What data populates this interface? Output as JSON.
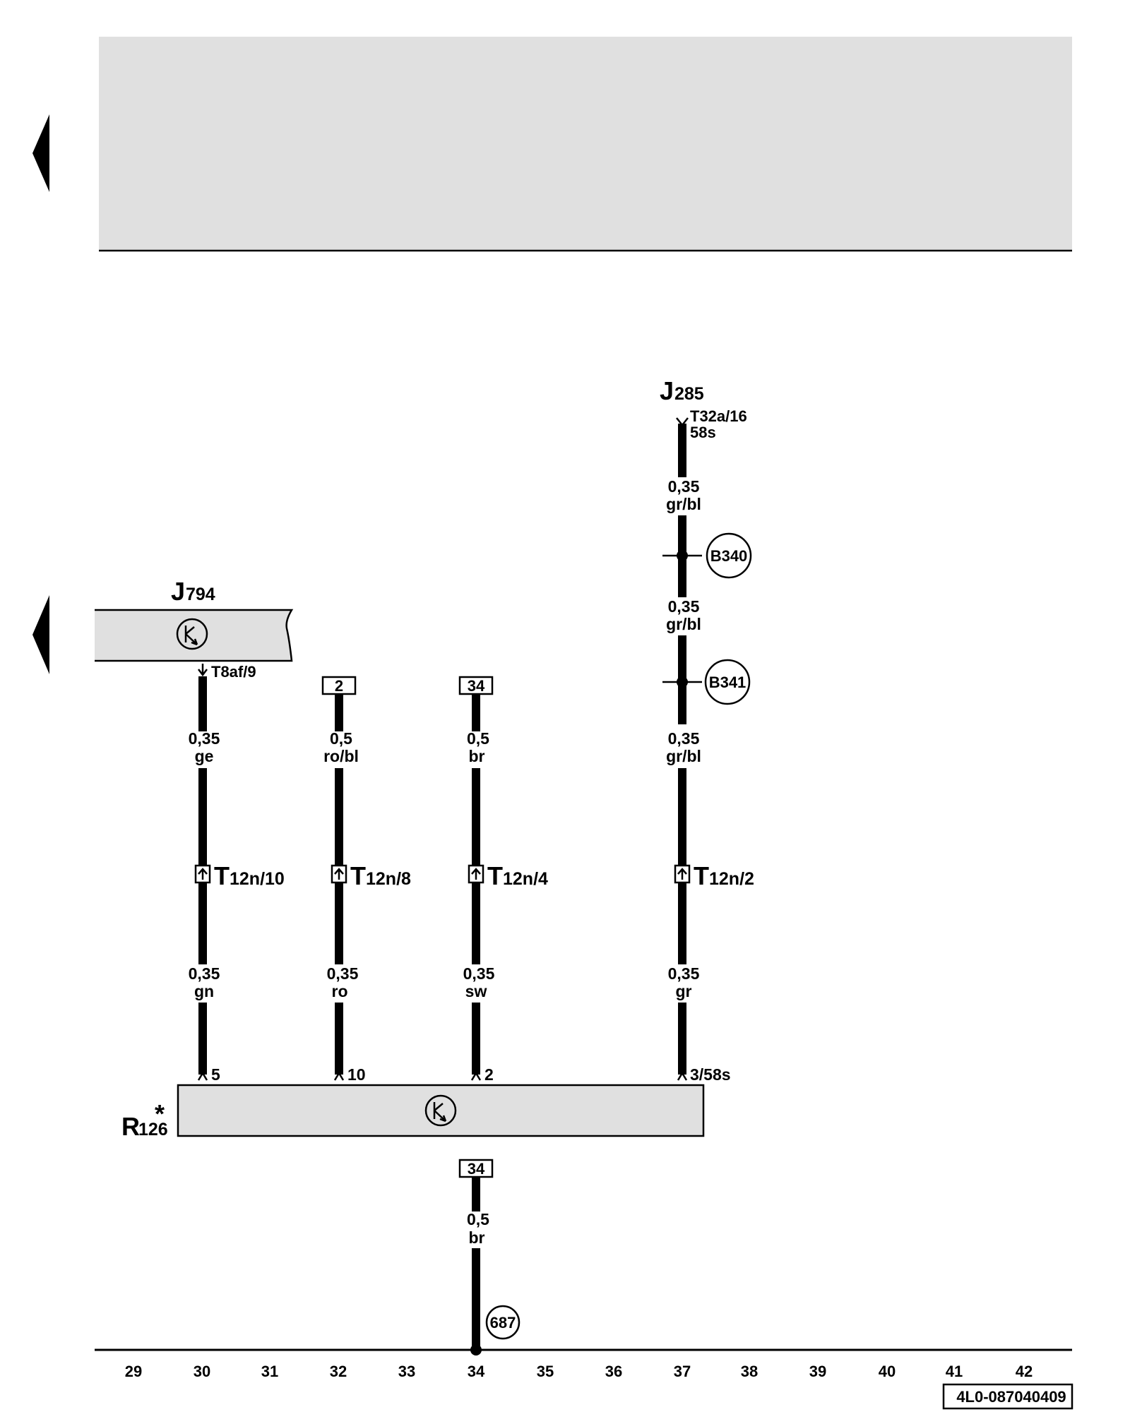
{
  "components": {
    "j285": {
      "letter": "J",
      "sub": "285",
      "pin": "T32a/16",
      "pin_sub": "58s"
    },
    "j794": {
      "letter": "J",
      "sub": "794",
      "pin": "T8af/9"
    },
    "r126": {
      "letter": "R",
      "sub": "126",
      "star": "*"
    }
  },
  "wires": {
    "j285_seg1": {
      "size": "0,35",
      "color": "gr/bl"
    },
    "j285_seg2": {
      "size": "0,35",
      "color": "gr/bl"
    },
    "j285_seg3": {
      "size": "0,35",
      "color": "gr/bl"
    },
    "j285_seg4": {
      "size": "0,35",
      "color": "gr"
    },
    "j794_seg1": {
      "size": "0,35",
      "color": "ge"
    },
    "j794_seg2": {
      "size": "0,35",
      "color": "gn"
    },
    "ref2_seg1": {
      "size": "0,5",
      "color": "ro/bl"
    },
    "ref2_seg2": {
      "size": "0,35",
      "color": "ro"
    },
    "ref34_seg1": {
      "size": "0,5",
      "color": "br"
    },
    "ref34_seg2": {
      "size": "0,35",
      "color": "sw"
    },
    "ground_seg": {
      "size": "0,5",
      "color": "br"
    }
  },
  "connectors": {
    "t12n10": {
      "letter": "T",
      "sub": "12n/10"
    },
    "t12n8": {
      "letter": "T",
      "sub": "12n/8"
    },
    "t12n4": {
      "letter": "T",
      "sub": "12n/4"
    },
    "t12n2": {
      "letter": "T",
      "sub": "12n/2"
    }
  },
  "splices": {
    "b340": "B340",
    "b341": "B341"
  },
  "ground_point": "687",
  "ref_boxes": {
    "top_2": "2",
    "top_34": "34",
    "bottom_34": "34"
  },
  "r126_pins": {
    "p5": "5",
    "p10": "10",
    "p2": "2",
    "p3": "3/58s"
  },
  "grid_numbers": [
    "29",
    "30",
    "31",
    "32",
    "33",
    "34",
    "35",
    "36",
    "37",
    "38",
    "39",
    "40",
    "41",
    "42"
  ],
  "doc_number": "4L0-087040409",
  "colors": {
    "panel_fill": "#e0e0e0",
    "wire": "#000000",
    "background": "#ffffff"
  }
}
